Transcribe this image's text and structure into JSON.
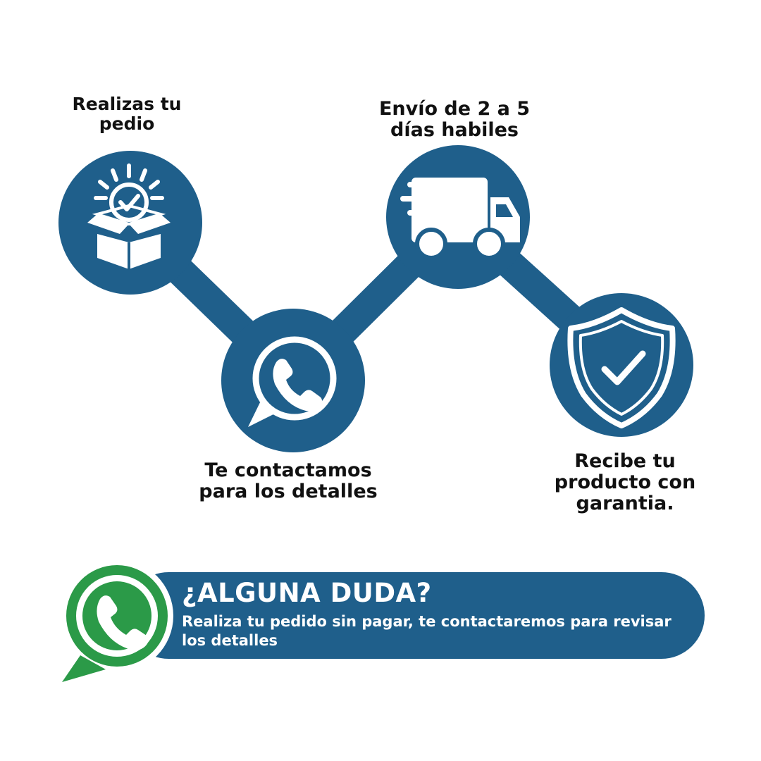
{
  "colors": {
    "primary_blue": "#1f5f8b",
    "whatsapp_green": "#2b9a48",
    "icon_white": "#ffffff",
    "text_dark": "#111111"
  },
  "steps": [
    {
      "label": "Realizas tu\npedio",
      "icon": "package-check-icon"
    },
    {
      "label": "Te contactamos\npara los detalles",
      "icon": "whatsapp-phone-icon"
    },
    {
      "label": "Envío de 2 a 5\ndías habiles",
      "icon": "delivery-truck-icon"
    },
    {
      "label": "Recibe tu\nproducto con\ngarantia.",
      "icon": "shield-check-icon"
    }
  ],
  "banner": {
    "title": "¿ALGUNA DUDA?",
    "text": "Realiza tu pedido sin pagar, te contactaremos para revisar los detalles",
    "icon": "whatsapp-icon"
  }
}
